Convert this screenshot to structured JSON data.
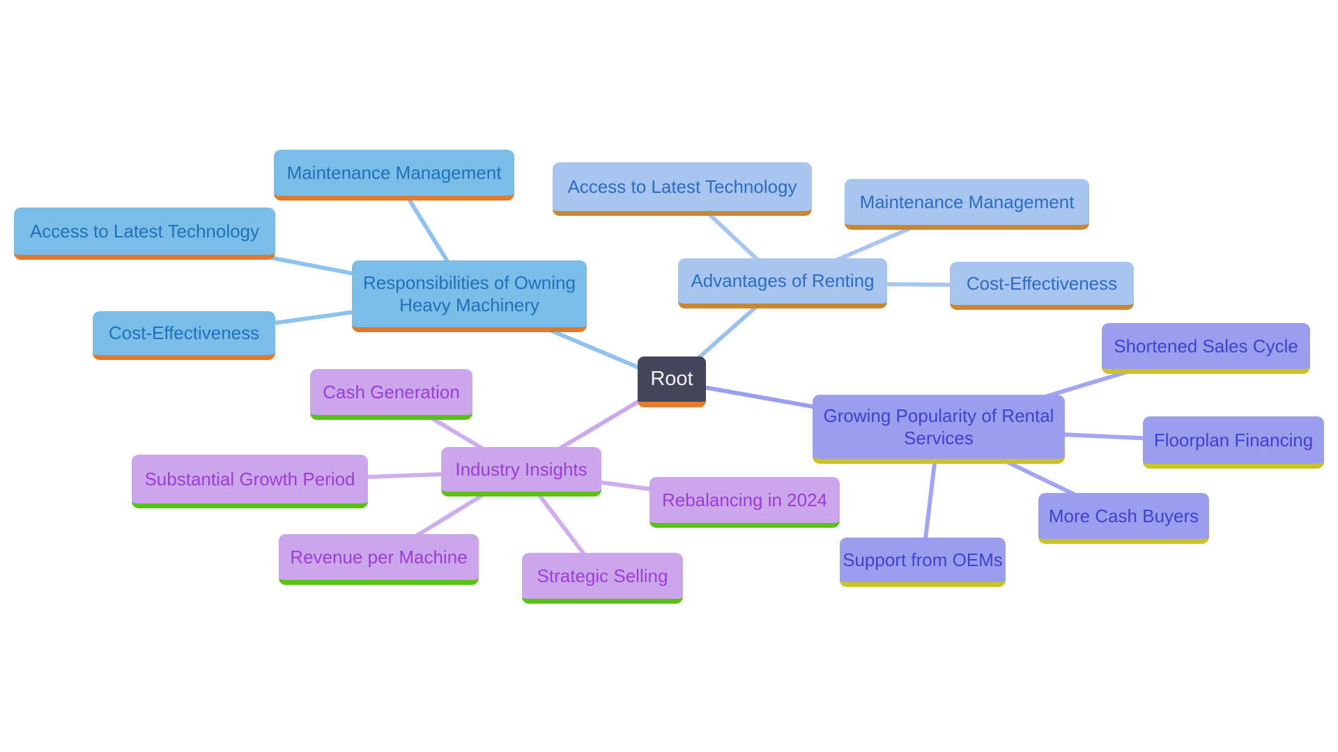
{
  "mindmap": {
    "type": "mindmap-diagram",
    "nodes": {
      "root": {
        "label": "Root"
      },
      "responsibilities": {
        "label": "Responsibilities of Owning Heavy Machinery"
      },
      "own_maintenance": {
        "label": "Maintenance Management"
      },
      "own_access": {
        "label": "Access to Latest Technology"
      },
      "own_cost": {
        "label": "Cost-Effectiveness"
      },
      "advantages": {
        "label": "Advantages of Renting"
      },
      "rent_access": {
        "label": "Access to Latest Technology"
      },
      "rent_maintenance": {
        "label": "Maintenance Management"
      },
      "rent_cost": {
        "label": "Cost-Effectiveness"
      },
      "rental": {
        "label": "Growing Popularity of Rental Services"
      },
      "rental_shortened": {
        "label": "Shortened Sales Cycle"
      },
      "rental_floorplan": {
        "label": "Floorplan Financing"
      },
      "rental_cash_buyers": {
        "label": "More Cash Buyers"
      },
      "rental_oems": {
        "label": "Support from OEMs"
      },
      "insights": {
        "label": "Industry Insights"
      },
      "insights_cash": {
        "label": "Cash Generation"
      },
      "insights_growth": {
        "label": "Substantial Growth Period"
      },
      "insights_rebalancing": {
        "label": "Rebalancing in 2024"
      },
      "insights_revenue": {
        "label": "Revenue per Machine"
      },
      "insights_strategic": {
        "label": "Strategic Selling"
      }
    },
    "edges": [
      [
        "root",
        "responsibilities"
      ],
      [
        "root",
        "advantages"
      ],
      [
        "root",
        "rental"
      ],
      [
        "root",
        "insights"
      ],
      [
        "responsibilities",
        "own_maintenance"
      ],
      [
        "responsibilities",
        "own_access"
      ],
      [
        "responsibilities",
        "own_cost"
      ],
      [
        "advantages",
        "rent_access"
      ],
      [
        "advantages",
        "rent_maintenance"
      ],
      [
        "advantages",
        "rent_cost"
      ],
      [
        "rental",
        "rental_shortened"
      ],
      [
        "rental",
        "rental_floorplan"
      ],
      [
        "rental",
        "rental_cash_buyers"
      ],
      [
        "rental",
        "rental_oems"
      ],
      [
        "insights",
        "insights_cash"
      ],
      [
        "insights",
        "insights_growth"
      ],
      [
        "insights",
        "insights_rebalancing"
      ],
      [
        "insights",
        "insights_revenue"
      ],
      [
        "insights",
        "insights_strategic"
      ]
    ],
    "palette": {
      "root_fill": "#434659",
      "root_text": "#f3f4f8",
      "root_underline": "#df7f2e",
      "owning_fill": "#7bbde9",
      "owning_text": "#1e72b8",
      "owning_underline": "#e0792b",
      "owning_line": "#8fc2ec",
      "renting_fill": "#a8c5ef",
      "renting_text": "#2d6cc1",
      "renting_underline": "#c9882e",
      "renting_line": "#a9c6f0",
      "rental_fill": "#9b9eed",
      "rental_text": "#4240cf",
      "rental_underline": "#c9c325",
      "rental_line": "#a2a5ef",
      "insights_fill": "#cba6ea",
      "insights_text": "#9d3cd6",
      "insights_underline": "#58c315",
      "insights_line": "#d0adee",
      "background": "#ffffff"
    }
  }
}
